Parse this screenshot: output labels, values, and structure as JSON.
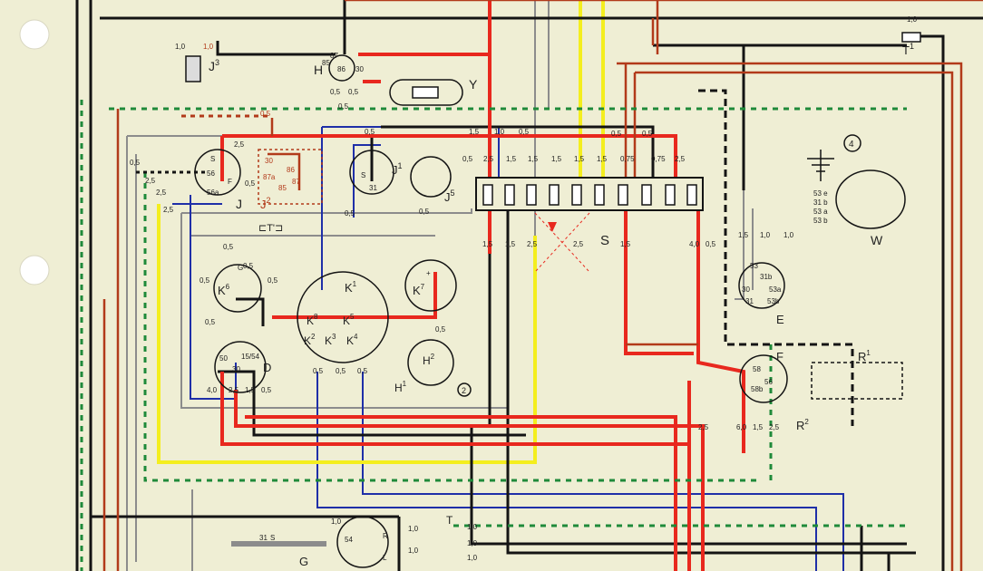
{
  "colors": {
    "paper": "#efeed4",
    "black": "#141414",
    "red": "#e8281e",
    "brown": "#b23a1a",
    "yellow": "#f4ee1e",
    "blue": "#1f2fa8",
    "grey": "#8c8c8c",
    "green": "#1f8a3a",
    "white": "#ffffff"
  },
  "components": {
    "j3": "J",
    "j3_sup": "3",
    "h": "H",
    "y": "Y",
    "t1": "T",
    "t1_sup": "1",
    "circ4": "4",
    "j": "J",
    "j2": "J",
    "j2_sup": "2",
    "j1": "J",
    "j1_sup": "1",
    "j5": "J",
    "j5_sup": "5",
    "s": "S",
    "w": "W",
    "e": "E",
    "k6": "K",
    "k6_sup": "6",
    "k1": "K",
    "k1_sup": "1",
    "k7": "K",
    "k7_sup": "7",
    "k5": "K",
    "k5_sup": "5",
    "k8": "K",
    "k8_sup": "8",
    "k2": "K",
    "k2_sup": "2",
    "k3": "K",
    "k3_sup": "3",
    "k4": "K",
    "k4_sup": "4",
    "d": "D",
    "h2": "H",
    "h2_sup": "2",
    "h1": "H",
    "h1_sup": "1",
    "circ2": "2",
    "f": "F",
    "r1": "R",
    "r1_sup": "1",
    "r2": "R",
    "r2_sup": "2",
    "g": "G",
    "t": "T",
    "ct1": "⊏T'⊐"
  },
  "terminals": {
    "j3_a": "1,0",
    "j3_b": "1,0",
    "h_87": "87",
    "h_85": "85",
    "h_86": "86",
    "h_30": "30",
    "j_s": "S",
    "j_56": "56",
    "j_f": "F",
    "j_56a": "56a",
    "j2_30": "30",
    "j2_86": "86",
    "j2_87a": "87a",
    "j2_87": "87",
    "j2_85": "85",
    "j1_s": "S",
    "j1_31": "31",
    "k6_g": "G",
    "k7_plus": "+",
    "d_50": "50",
    "d_1554": "15/54",
    "d_30": "30",
    "f_58": "58",
    "f_58b": "58b",
    "f_56": "56",
    "w_53e": "53 e",
    "w_31b": "31 b",
    "w_53a": "53 a",
    "w_53b": "53 b",
    "e_53": "53",
    "e_31b": "31b",
    "e_30": "30",
    "e_53a": "53a",
    "e_31": "31",
    "e_53b": "53b",
    "g_31": "31",
    "g_s": "S",
    "g_54": "54",
    "g_r": "R",
    "g_l": "L",
    "t1_val": "1,0"
  },
  "wire_sizes": {
    "a05": "0,5",
    "a10": "1,0",
    "a15": "1,5",
    "a25": "2,5",
    "a40": "4,0",
    "a60": "6,0",
    "a075": "0,75"
  }
}
